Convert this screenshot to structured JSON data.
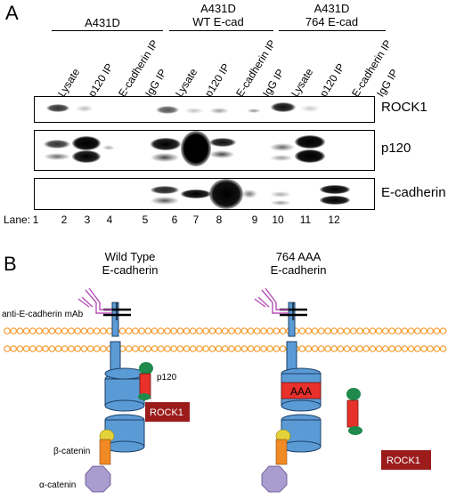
{
  "panel_a": {
    "letter": "A",
    "groups": [
      {
        "line1": "",
        "line2": "A431D"
      },
      {
        "line1": "A431D",
        "line2": "WT E-cad"
      },
      {
        "line1": "A431D",
        "line2": "764 E-cad"
      }
    ],
    "lane_headers": [
      "Lysate",
      "p120 IP",
      "E-cadherin IP",
      "IgG IP",
      "Lysate",
      "p120 IP",
      "E-cadherin IP",
      "IgG IP",
      "Lysate",
      "p120 IP",
      "E-cadherin IP",
      "IgG IP"
    ],
    "blots": [
      {
        "label": "ROCK1"
      },
      {
        "label": "p120"
      },
      {
        "label": "E-cadherin"
      }
    ],
    "lane_prefix": "Lane:",
    "lane_numbers": [
      "1",
      "2",
      "3",
      "4",
      "5",
      "6",
      "7",
      "8",
      "9",
      "10",
      "11",
      "12"
    ]
  },
  "panel_b": {
    "letter": "B",
    "left_title_1": "Wild Type",
    "left_title_2": "E-cadherin",
    "right_title_1": "764 AAA",
    "right_title_2": "E-cadherin",
    "antibody_label": "anti-E-cadherin mAb",
    "p120_label": "p120",
    "rock1_left": "ROCK1",
    "rock1_right": "ROCK1",
    "beta_label": "β-catenin",
    "alpha_label": "α-catenin",
    "aaa_label": "AAA"
  },
  "colors": {
    "membrane": "#f39a2c",
    "cadherin": "#5b9bd5",
    "p120": "#e8312a",
    "p120_cap": "#1f8a4c",
    "rock1": "#9c1c1c",
    "beta": "#f08a24",
    "beta_cap": "#e4d23a",
    "alpha": "#a99ccf",
    "antibody": "#b54fb7"
  }
}
